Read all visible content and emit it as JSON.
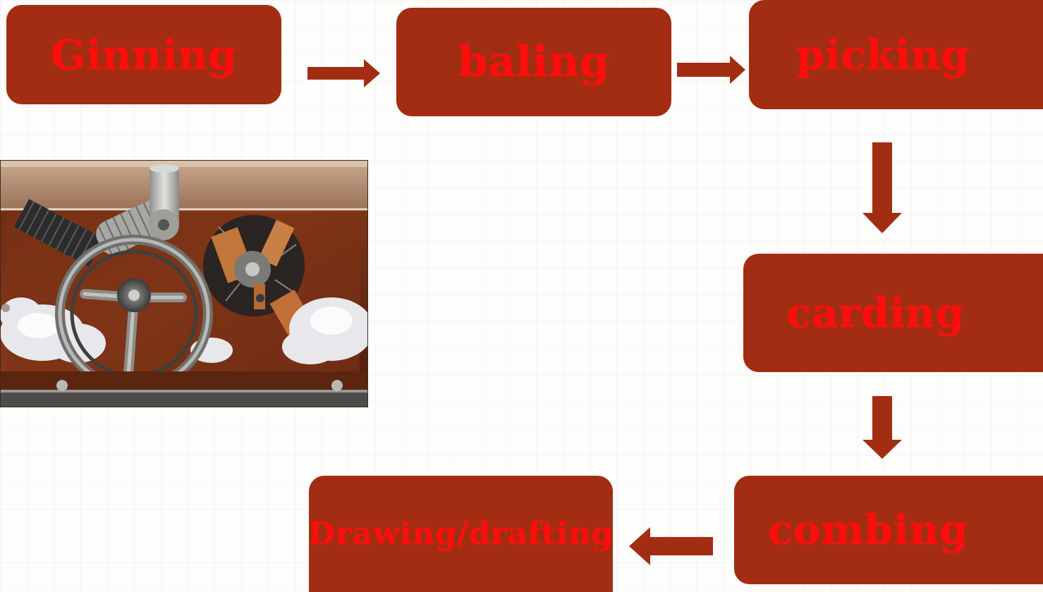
{
  "diagram": {
    "nodes": [
      {
        "id": "ginning",
        "label": "Ginning"
      },
      {
        "id": "baling",
        "label": "baling"
      },
      {
        "id": "picking",
        "label": "picking"
      },
      {
        "id": "carding",
        "label": "carding"
      },
      {
        "id": "combing",
        "label": "combing"
      },
      {
        "id": "drawing",
        "label": "Drawing/drafting"
      }
    ],
    "edges": [
      {
        "from": "ginning",
        "to": "baling"
      },
      {
        "from": "baling",
        "to": "picking"
      },
      {
        "from": "picking",
        "to": "carding"
      },
      {
        "from": "carding",
        "to": "combing"
      },
      {
        "from": "combing",
        "to": "drawing"
      }
    ]
  },
  "colors": {
    "box_fill": "#a32d12",
    "label_text": "#ff0d0d",
    "arrow_fill": "#a32d12"
  },
  "photo": {
    "subject": "cotton-gin-machine-photo"
  }
}
